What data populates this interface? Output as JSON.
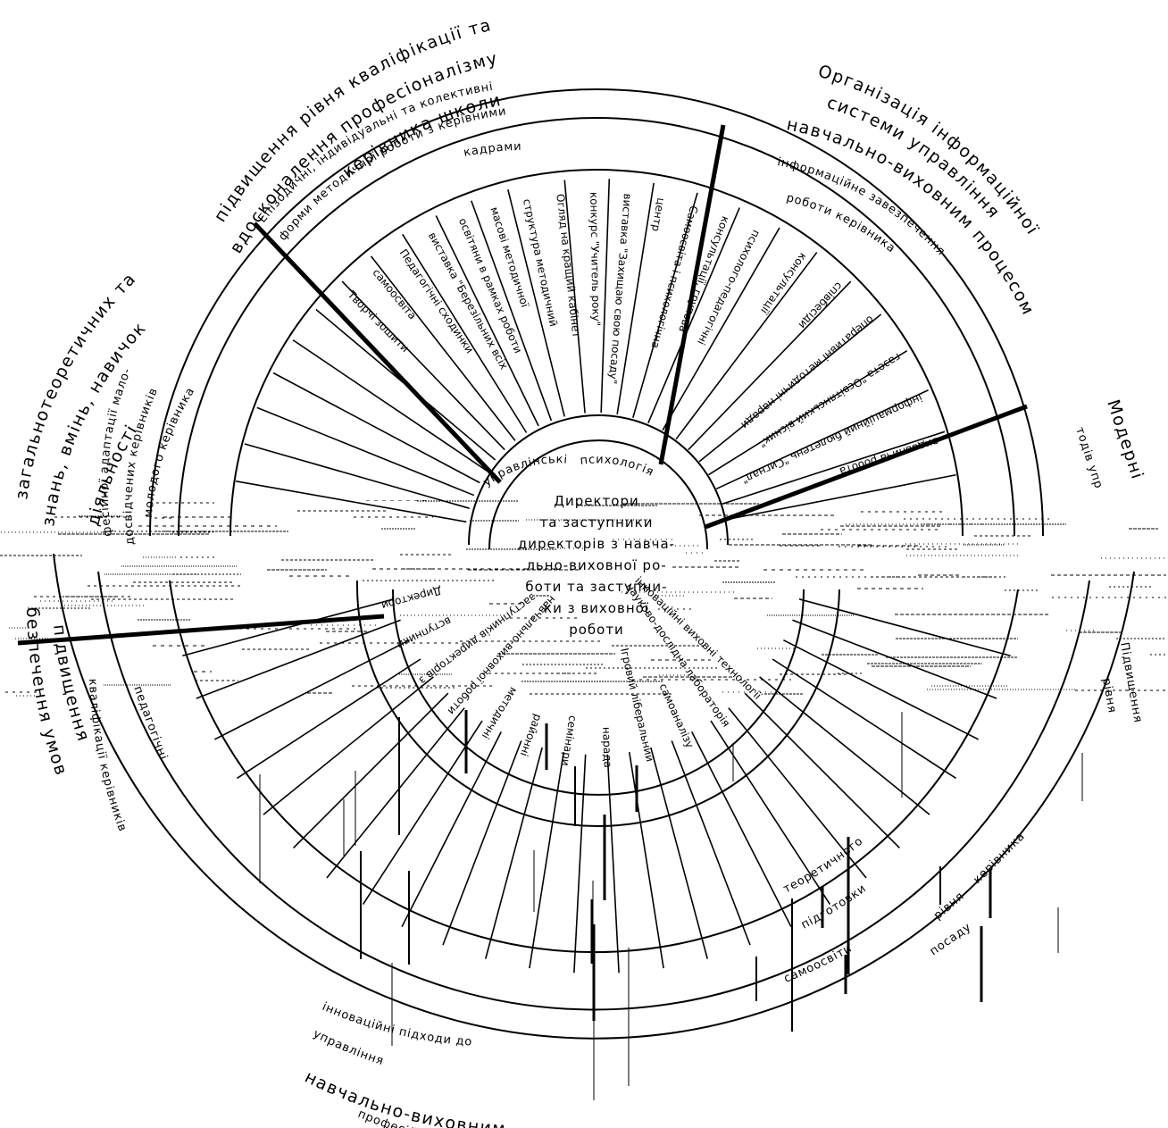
{
  "sectors": {
    "top": {
      "title_line1": "підвищення рівня кваліфікації та",
      "title_line2": "вдосконалення професіоналізму",
      "title_line3": "керівника школи",
      "ring_line1": "Епізодичні, індивідуальні та колективні",
      "ring_line2": "форми методичної роботи з керівними",
      "ring_line3": "кадрами"
    },
    "top_right": {
      "title_line1": "Організація інформаційної",
      "title_line2": "системи управління",
      "title_line3": "навчально-виховним процесом",
      "ring_line1": "інформаційне завезпечення",
      "ring_line2": "роботи керівника"
    },
    "left": {
      "title_line1": "загальнотеоретичних та",
      "title_line2": "знань, вмінь, навичок",
      "title_line3": "діяльності",
      "ring_line1": "фесійної адаптації мало-",
      "ring_line2": "досвідчених керівників",
      "ring_line3": "молодого керівника"
    },
    "right": {
      "title_line1": "Модерні",
      "title_line2": "тодів упр"
    }
  },
  "spokes_top": [
    "Творчі зошити",
    "самоосвіта",
    "Педагогічні сходинки",
    "виставка \"Березільних всіх",
    "освітяни в рамках роботи",
    "масові методичної",
    "структура методичний",
    "Огляд на кращий кабінет",
    "конкурс \"Учитель року\"",
    "виставка \"Захищаю свою посаду\"",
    "центр",
    "Самоосвіта і психологічна",
    "консультації, групова",
    "психолого-педагогічні"
  ],
  "spokes_right": [
    "консультації",
    "співбесіди",
    "оперативні методичні наради",
    "газета \"Освітянський вісник\"",
    "інформаційний бюлетень \"Сигнал\"",
    "видавнича робота"
  ],
  "inner_ring": {
    "top_left": "управлінські",
    "top_right": "психологія"
  },
  "center": {
    "line1": "Директори",
    "line2": "та заступники",
    "line3": "директорів з навча-",
    "line4": "льно-виховної ро-",
    "line5": "боти та заступни-",
    "line6": "ки з виховної",
    "line7": "роботи"
  },
  "lower_labels": [
    "Директори",
    "вступники",
    "заступників директорів з",
    "навчально-виховної роботи",
    "методичні",
    "районні",
    "семінари",
    "нарада",
    "Ігровий ліберальний",
    "самоаналізу",
    "науково-дослідна лабораторія",
    "інноваційні виховні технології",
    "інноваційні підходи до",
    "управління",
    "навчально-виховним"
  ],
  "lower_left_outer": [
    "безпечення умов",
    "підвищення",
    "педагогічні",
    "кваліфікації керівників",
    "професійного"
  ],
  "lower_right_outer": [
    "теоретичного",
    "рівня",
    "підготовки",
    "керівника",
    "посаду",
    "самоосвіти"
  ],
  "right_edge": [
    "Підвищення",
    "рівня"
  ]
}
